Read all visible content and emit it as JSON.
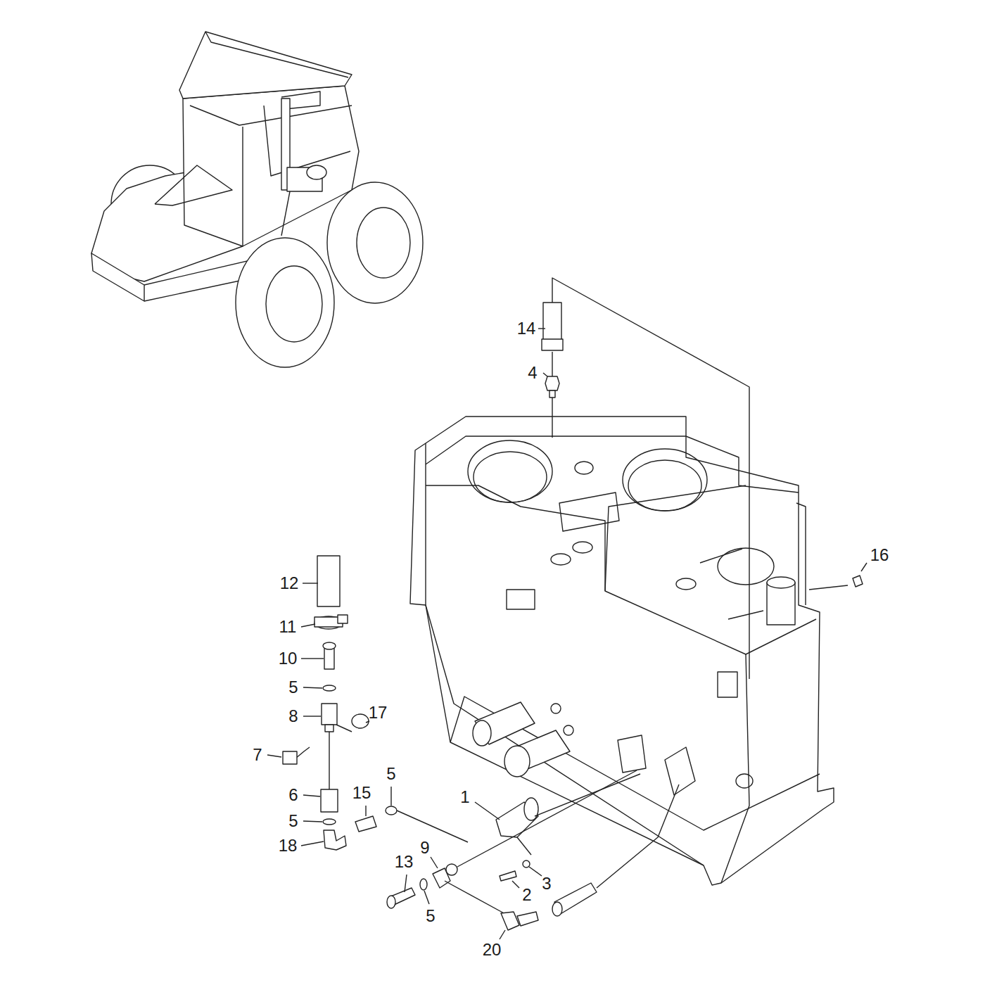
{
  "diagram": {
    "labels": [
      "14",
      "4",
      "16",
      "12",
      "11",
      "10",
      "5",
      "8",
      "17",
      "7",
      "6",
      "15",
      "5",
      "1",
      "5",
      "18",
      "9",
      "13",
      "3",
      "2",
      "5",
      "20"
    ]
  }
}
